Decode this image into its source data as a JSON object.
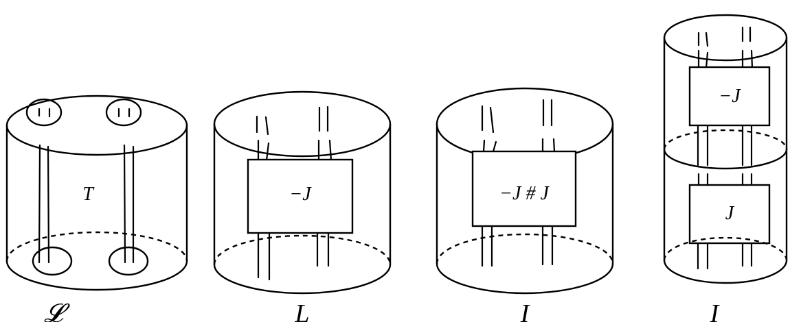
{
  "panels": [
    {
      "box_label": "T",
      "caption": "𝓛"
    },
    {
      "box_label": "−J",
      "caption": "L"
    },
    {
      "box_label": "−J # J",
      "caption": "I"
    },
    {
      "box_label_top": "−J",
      "box_label_bottom": "J",
      "caption": "I"
    }
  ]
}
